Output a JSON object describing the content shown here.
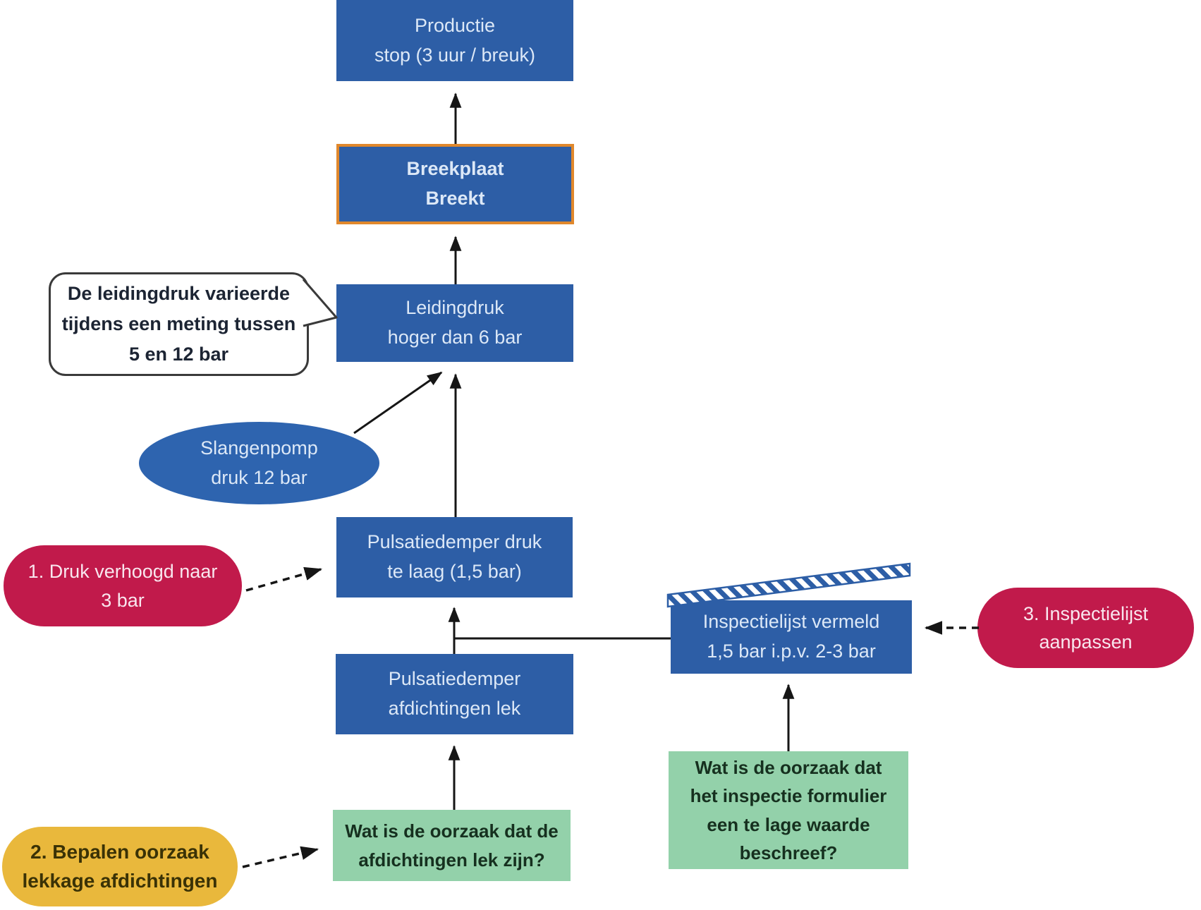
{
  "diagram": {
    "title_hint": "cause-tree flowchart (Dutch)",
    "colors": {
      "node_blue": "#2d5ea6",
      "node_blue_text": "#dce8f7",
      "highlight_border_orange": "#e0882c",
      "action_pink": "#c11a4b",
      "action_pink_text": "#f9e6ee",
      "action_yellow": "#e9b83c",
      "action_yellow_text": "#3a3206",
      "question_green": "#93d1aa",
      "question_green_text": "#16301f",
      "connector_black": "#161616",
      "callout_border": "#3a3a3a",
      "hatch_blue": "#2d5ea6"
    },
    "nodes": {
      "productie": {
        "label": "Productie\nstop (3 uur / breuk)"
      },
      "breekplaat": {
        "label": "Breekplaat\nBreekt"
      },
      "leidingdruk": {
        "label": "Leidingdruk\nhoger dan 6 bar"
      },
      "callout": {
        "label": "De leidingdruk varieerde\ntijdens een meting tussen\n5 en 12 bar"
      },
      "slangenpomp": {
        "label": "Slangenpomp\ndruk 12 bar"
      },
      "pulsatiedemper_druk": {
        "label": "Pulsatiedemper druk\nte laag (1,5 bar)"
      },
      "actie1": {
        "label": "1. Druk verhoogd naar\n3 bar"
      },
      "pulsatiedemper_afdichtingen": {
        "label": "Pulsatiedemper\nafdichtingen lek"
      },
      "inspectielijst": {
        "label": "Inspectielijst vermeld\n1,5 bar i.p.v. 2-3 bar"
      },
      "actie3": {
        "label": "3. Inspectielijst\naanpassen"
      },
      "vraag_afdichtingen": {
        "label": "Wat is de oorzaak dat de\nafdichtingen lek zijn?"
      },
      "vraag_inspectie": {
        "label": "Wat is de oorzaak dat\nhet inspectie formulier\neen te lage waarde\nbeschreef?"
      },
      "actie2": {
        "label": "2. Bepalen oorzaak\nlekkage afdichtingen"
      }
    }
  }
}
